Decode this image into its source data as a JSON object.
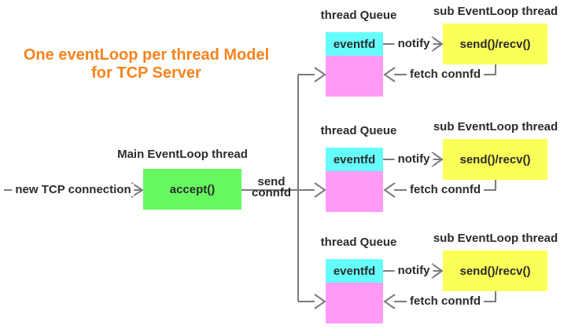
{
  "title": {
    "line1": "One eventLoop per thread Model",
    "line2": "for TCP Server"
  },
  "main": {
    "thread_label": "Main EventLoop thread",
    "accept_label": "accept()",
    "incoming_label": "new TCP connection",
    "send_line1": "send",
    "send_line2": "connfd"
  },
  "rows": [
    {
      "queue_title": "thread Queue",
      "eventfd": "eventfd",
      "sub_title": "sub EventLoop thread",
      "sub_box": "send()/recv()",
      "notify": "notify",
      "fetch": "fetch connfd"
    },
    {
      "queue_title": "thread Queue",
      "eventfd": "eventfd",
      "sub_title": "sub EventLoop thread",
      "sub_box": "send()/recv()",
      "notify": "notify",
      "fetch": "fetch connfd"
    },
    {
      "queue_title": "thread Queue",
      "eventfd": "eventfd",
      "sub_title": "sub EventLoop thread",
      "sub_box": "send()/recv()",
      "notify": "notify",
      "fetch": "fetch connfd"
    }
  ],
  "colors": {
    "title_orange": "#F6831D",
    "accept_green": "#66F95F",
    "eventfd_cyan": "#66FEFB",
    "queue_magenta": "#FF9BF7",
    "subloop_yellow": "#FBFF57",
    "connector_gray": "#7B7B7B",
    "text_dark": "#2B2B2B",
    "background": "#FFFFFF"
  }
}
